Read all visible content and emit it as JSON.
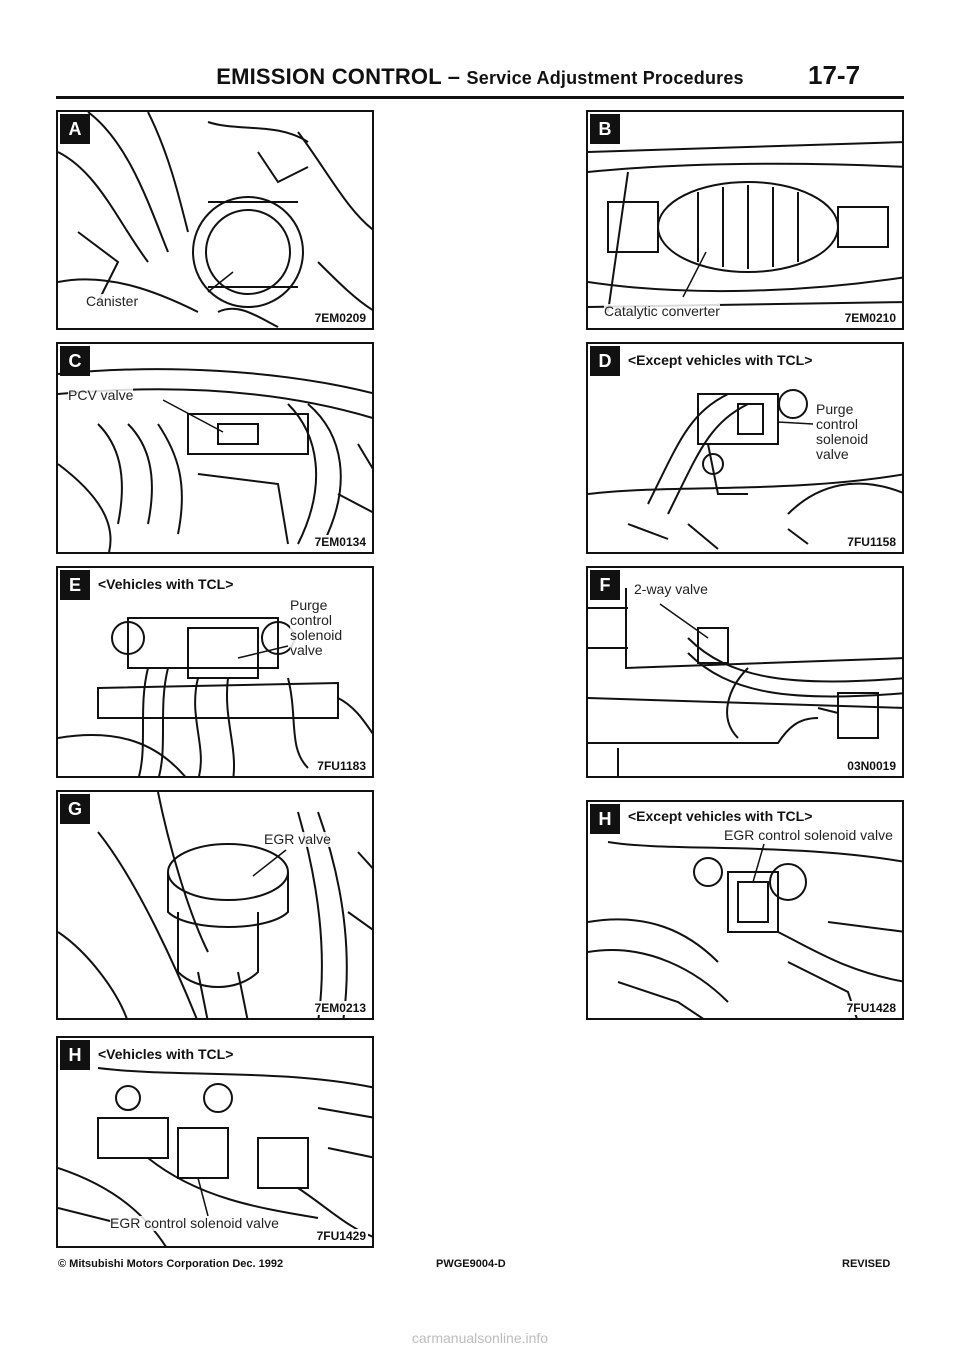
{
  "header": {
    "title_main": "EMISSION CONTROL –",
    "title_sub": "Service Adjustment Procedures",
    "page_number": "17-7"
  },
  "figures": [
    {
      "letter": "A",
      "heading": "",
      "callout": "Canister",
      "code": "7EM0209"
    },
    {
      "letter": "B",
      "heading": "",
      "callout": "Catalytic converter",
      "code": "7EM0210"
    },
    {
      "letter": "C",
      "heading": "",
      "callout": "PCV valve",
      "code": "7EM0134"
    },
    {
      "letter": "D",
      "heading": "<Except vehicles with TCL>",
      "callout": "Purge control solenoid valve",
      "code": "7FU1158"
    },
    {
      "letter": "E",
      "heading": "<Vehicles with TCL>",
      "callout": "Purge control solenoid valve",
      "code": "7FU1183"
    },
    {
      "letter": "F",
      "heading": "",
      "callout": "2-way valve",
      "code": "03N0019"
    },
    {
      "letter": "G",
      "heading": "",
      "callout": "EGR valve",
      "code": "7EM0213"
    },
    {
      "letter": "H",
      "heading": "<Except vehicles with TCL>",
      "callout": "EGR control solenoid valve",
      "code": "7FU1428"
    },
    {
      "letter": "H",
      "heading": "<Vehicles with TCL>",
      "callout": "EGR control solenoid valve",
      "code": "7FU1429"
    }
  ],
  "footer": {
    "copyright": "© Mitsubishi Motors Corporation   Dec. 1992",
    "doc_code": "PWGE9004-D",
    "status": "REVISED"
  },
  "watermark": "carmanualsonline.info"
}
